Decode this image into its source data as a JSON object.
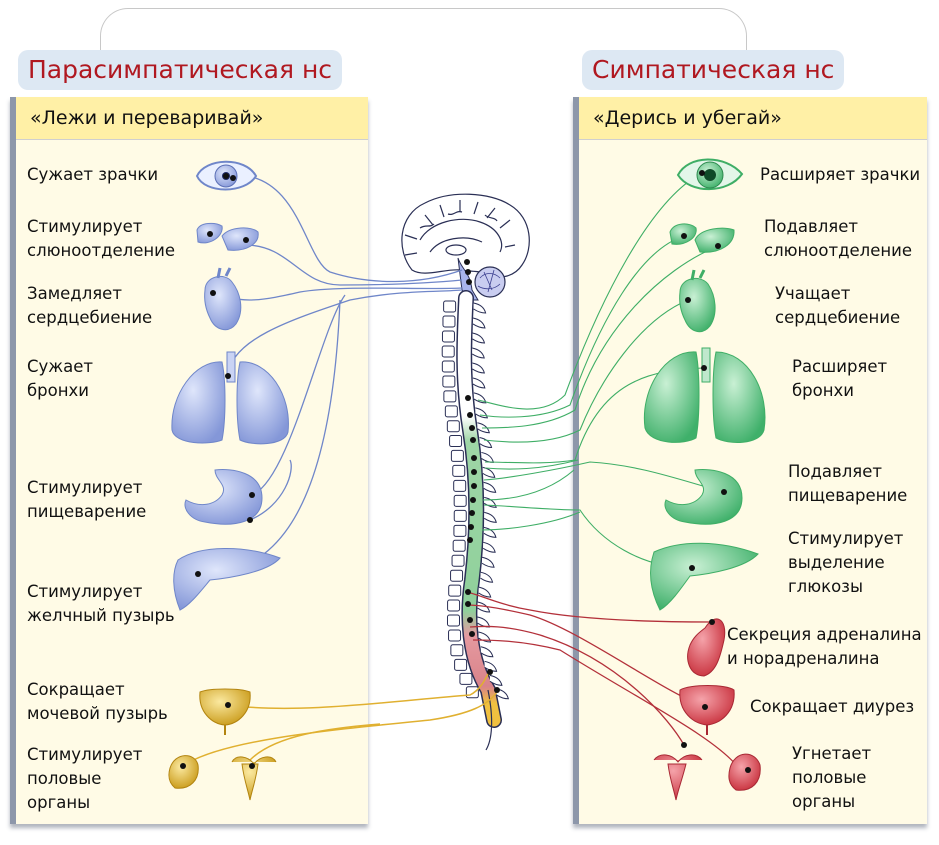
{
  "parasympathetic": {
    "title": "Парасимпатическая нс",
    "motto": "«Лежи и переваривай»",
    "color": "#6f86c9",
    "items": [
      {
        "organ": "eye",
        "lines": [
          "Сужает зрачки"
        ]
      },
      {
        "organ": "salivary-glands",
        "lines": [
          "Стимулирует",
          "слюноотделение"
        ]
      },
      {
        "organ": "heart",
        "lines": [
          "Замедляет",
          "сердцебиение"
        ]
      },
      {
        "organ": "lungs",
        "lines": [
          "Сужает",
          "бронхи"
        ]
      },
      {
        "organ": "stomach",
        "lines": [
          "Стимулирует",
          "пищеварение"
        ]
      },
      {
        "organ": "liver",
        "lines": [
          "Стимулирует",
          "желчный пузырь"
        ]
      },
      {
        "organ": "bladder",
        "lines": [
          "Сокращает",
          "мочевой пузырь"
        ]
      },
      {
        "organ": "genitals",
        "lines": [
          "Стимулирует",
          "половые",
          "органы"
        ]
      }
    ]
  },
  "sympathetic": {
    "title": "Симпатическая нс",
    "motto": "«Дерись и убегай»",
    "color": "#3fae66",
    "items": [
      {
        "organ": "eye",
        "lines": [
          "Расширяет зрачки"
        ]
      },
      {
        "organ": "salivary-glands",
        "lines": [
          "Подавляет",
          "слюноотделение"
        ]
      },
      {
        "organ": "heart",
        "lines": [
          "Учащает",
          "сердцебиение"
        ]
      },
      {
        "organ": "lungs",
        "lines": [
          "Расширяет",
          "бронхи"
        ]
      },
      {
        "organ": "stomach",
        "lines": [
          "Подавляет",
          "пищеварение"
        ]
      },
      {
        "organ": "liver",
        "lines": [
          "Стимулирует",
          "выделение",
          "глюкозы"
        ]
      },
      {
        "organ": "adrenal-kidney",
        "lines": [
          "Секреция адреналина",
          "и норадреналина"
        ]
      },
      {
        "organ": "bladder",
        "lines": [
          "Сокращает диурез"
        ]
      },
      {
        "organ": "genitals",
        "lines": [
          "Угнетает",
          "половые",
          "органы"
        ]
      }
    ]
  },
  "colors": {
    "title_text": "#b01820",
    "title_bg": "#dde8f3",
    "panel_bg": "#fffbe6",
    "panel_head_bg": "#fff0a6",
    "para_nerve": "#6f86c9",
    "symp_nerve": "#3fae66",
    "symp_lower_nerve": "#b3303a",
    "sacral_nerve": "#e0b030"
  }
}
